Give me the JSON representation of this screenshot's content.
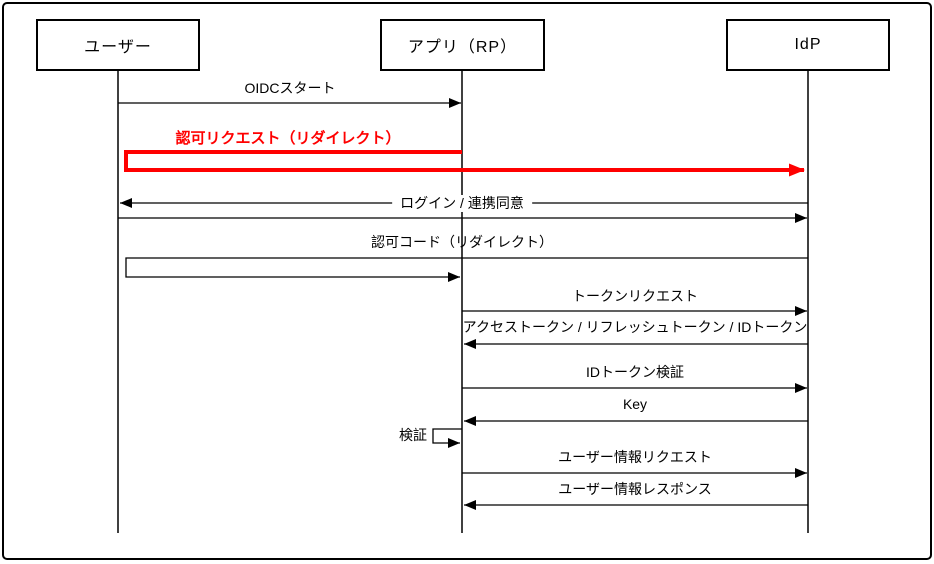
{
  "colors": {
    "line": "#000000",
    "highlight": "#FF0000",
    "background": "#FFFFFF"
  },
  "actors": [
    {
      "id": "user",
      "label": "ユーザー"
    },
    {
      "id": "app",
      "label": "アプリ（RP）"
    },
    {
      "id": "idp",
      "label": "IdP"
    }
  ],
  "messages": [
    {
      "label": "OIDCスタート",
      "from": "user",
      "to": "app",
      "kind": "arrow"
    },
    {
      "label": "認可リクエスト（リダイレクト）",
      "from": "app",
      "to": "idp",
      "via": "user",
      "kind": "redirect",
      "emphasis": "red-bold"
    },
    {
      "label": "ログイン / 連携同意",
      "from": "idp",
      "to": "user",
      "kind": "bidirectional"
    },
    {
      "label": "認可コード（リダイレクト）",
      "from": "idp",
      "to": "app",
      "via": "user",
      "kind": "redirect"
    },
    {
      "label": "トークンリクエスト",
      "from": "app",
      "to": "idp",
      "kind": "arrow"
    },
    {
      "label": "アクセストークン / リフレッシュトークン / IDトークン",
      "from": "idp",
      "to": "app",
      "kind": "arrow"
    },
    {
      "label": "IDトークン検証",
      "from": "app",
      "to": "idp",
      "kind": "arrow"
    },
    {
      "label": "Key",
      "from": "idp",
      "to": "app",
      "kind": "arrow"
    },
    {
      "label": "検証",
      "from": "app",
      "to": "app",
      "kind": "self-loop"
    },
    {
      "label": "ユーザー情報リクエスト",
      "from": "app",
      "to": "idp",
      "kind": "arrow"
    },
    {
      "label": "ユーザー情報レスポンス",
      "from": "idp",
      "to": "app",
      "kind": "arrow"
    }
  ]
}
